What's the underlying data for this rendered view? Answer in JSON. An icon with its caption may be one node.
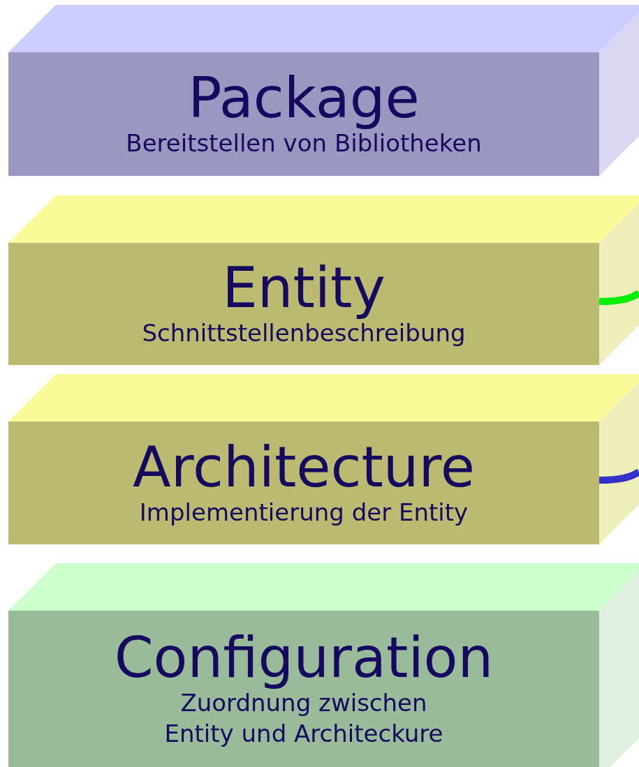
{
  "diagram": {
    "nodes": [
      {
        "text": [
          "Package",
          "Bereitstellen von Bibliotheken"
        ]
      },
      {
        "text": [
          "Entity",
          "Schnittstellenbeschreibung"
        ]
      },
      {
        "text": [
          "Architecture",
          "Implementierung der Entity"
        ]
      },
      {
        "text": [
          "Configuration",
          "Zuordnung zwischen Entity und Architeckure"
        ]
      }
    ],
    "edges": [
      {
        "from": 1,
        "to": null,
        "arrow": "none",
        "color": "#00ee00"
      },
      {
        "from": 2,
        "to": null,
        "arrow": "none",
        "color": "#3333cc"
      }
    ]
  }
}
